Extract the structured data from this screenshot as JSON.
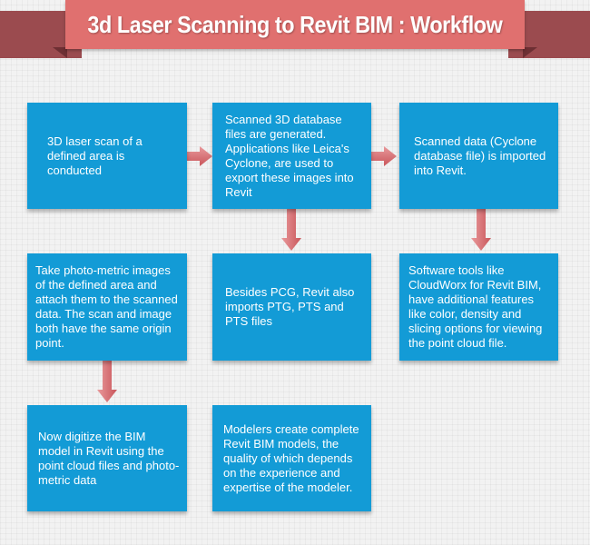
{
  "header": {
    "title": "3d Laser Scanning to Revit BIM : Workflow"
  },
  "colors": {
    "box": "#139bd6",
    "banner": "#e0706f",
    "arrow": "#d86a6e"
  },
  "steps": {
    "s1": "3D laser scan of a defined area is conducted",
    "s2": "Scanned 3D database files are generated. Applications like Leica's Cyclone, are used to export these images into Revit",
    "s3": "Scanned data (Cyclone database file) is imported into Revit.",
    "s4": "Software tools like CloudWorx for Revit BIM, have additional features like color, density and slicing options for viewing the point cloud file.",
    "s5": "Besides PCG, Revit also imports PTG, PTS and PTS files",
    "s6": "Take photo-metric images of the defined area and attach them to the scanned data. The scan and image both have the same origin point.",
    "s7": "Now digitize the BIM model in Revit using the point cloud files and photo-metric data",
    "s8": "Modelers create complete Revit BIM models, the quality of which depends on the experience and expertise of the modeler."
  }
}
